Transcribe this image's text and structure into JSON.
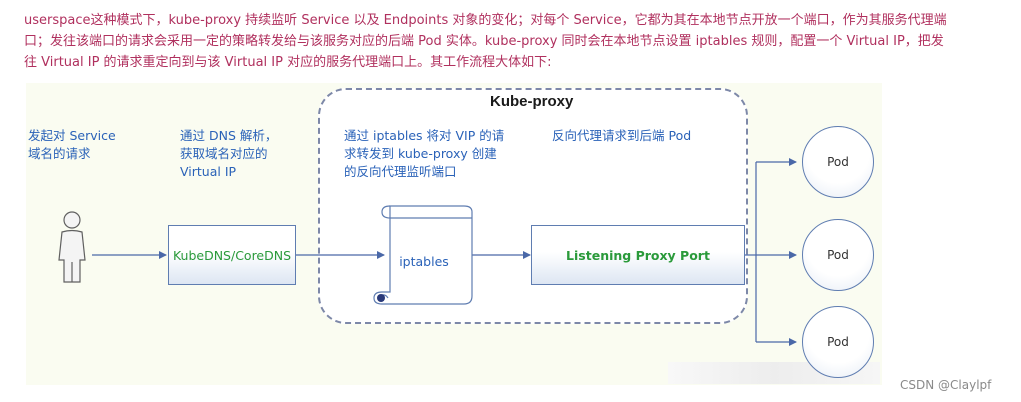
{
  "intro_text": [
    "userspace这种模式下，kube-proxy 持续监听 Service 以及 Endpoints 对象的变化；对每个 Service，它都为其在本地节点开放一个端口，作为其服务代理端",
    "口；发往该端口的请求会采用一定的策略转发给与该服务对应的后端 Pod 实体。kube-proxy 同时会在本地节点设置 iptables 规则，配置一个 Virtual IP，把发",
    "往 Virtual IP 的请求重定向到与该 Virtual IP 对应的服务代理端口上。其工作流程大体如下:"
  ],
  "diagram": {
    "region_title": "Kube-proxy",
    "step_labels": {
      "request": [
        "发起对 Service",
        "域名的请求"
      ],
      "dns": [
        "通过 DNS 解析，",
        "获取域名对应的",
        "Virtual IP"
      ],
      "iptables": [
        "通过 iptables 将对 VIP 的请",
        "求转发到 kube-proxy 创建",
        "的反向代理监听端口"
      ],
      "proxy": [
        "反向代理请求到后端 Pod"
      ]
    },
    "nodes": {
      "dns_box": "KubeDNS/CoreDNS",
      "iptables_scroll": "iptables",
      "proxy_box": "Listening Proxy Port"
    },
    "pods": [
      "Pod",
      "Pod",
      "Pod"
    ]
  },
  "watermark": "CSDN @Claylpf",
  "colors": {
    "intro_text": "#b0305e",
    "label_text": "#2a62b8",
    "node_text": "#2a9a3a",
    "border": "#5f7db1",
    "dashed_region": "#7d88a8"
  }
}
